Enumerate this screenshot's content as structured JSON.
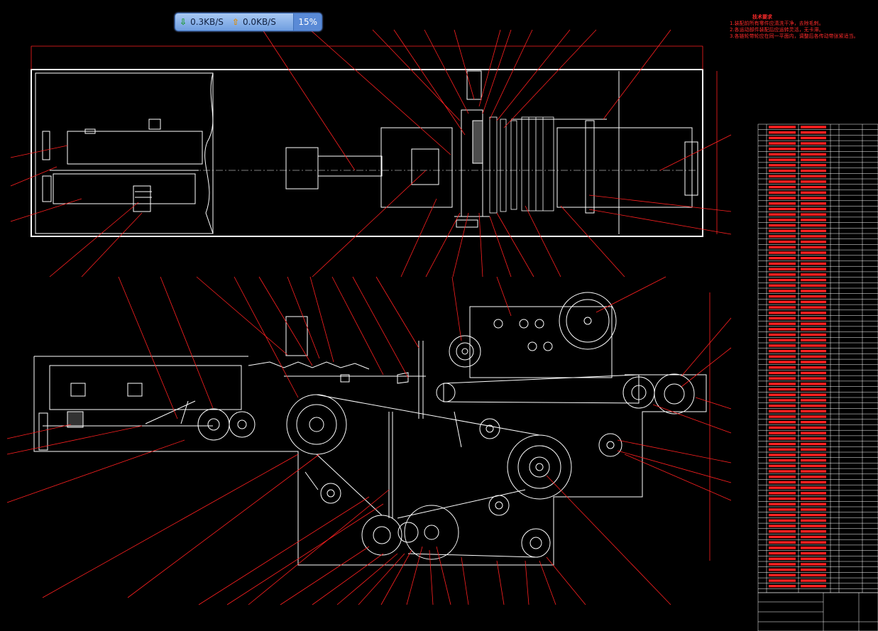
{
  "network_monitor": {
    "download_rate": "0.3KB/S",
    "upload_rate": "0.0KB/S",
    "cpu_percent": "15%",
    "download_icon": "arrow-down-icon",
    "upload_icon": "arrow-up-icon"
  },
  "tech_requirements": {
    "title": "技术要求",
    "items": [
      "1.装配前所有零件应清洗干净，去除毛刺。",
      "2.各运动部件装配后应运转灵活，无卡滞。",
      "3.各链轮带轮应在同一平面内，调整后各传动带张紧适当。"
    ]
  },
  "colors": {
    "background": "#000000",
    "drawing_lines": "#ffffff",
    "leader_lines": "#ff2020",
    "widget_bg": "#8fb6ec"
  }
}
